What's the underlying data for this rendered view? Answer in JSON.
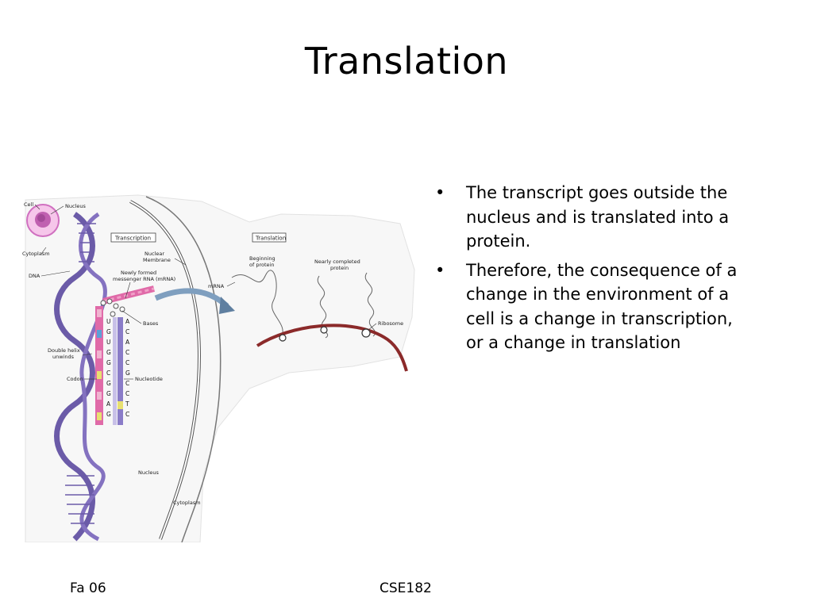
{
  "slide": {
    "title": "Translation",
    "bullets": [
      {
        "marker": "•",
        "text": "The transcript goes outside the nucleus and is translated into a protein."
      },
      {
        "marker": "•",
        "text": "Therefore, the consequence of a change in the environment of a cell is a change in transcription, or a change in translation"
      }
    ]
  },
  "figure": {
    "labels": {
      "cell": "Cell",
      "nucleus_top": "Nucleus",
      "cytoplasm_top": "Cytoplasm",
      "dna": "DNA",
      "transcription_box": "Transcription",
      "nuclear_membrane_1": "Nuclear",
      "nuclear_membrane_2": "Membrane",
      "newly_formed_1": "Newly formed",
      "newly_formed_2": "messenger RNA (mRNA)",
      "bases": "Bases",
      "double_helix_1": "Double helix",
      "double_helix_2": "unwinds",
      "codon": "Codon",
      "nucleotide": "Nucleotide",
      "nucleus_bottom": "Nucleus",
      "cytoplasm_bottom": "Cytoplasm",
      "translation_box": "Translation",
      "beginning_1": "Beginning",
      "beginning_2": "of protein",
      "nearly_completed_1": "Nearly completed",
      "nearly_completed_2": "protein",
      "mrna": "mRNA",
      "ribosome": "Ribosome"
    },
    "rna_letters": [
      "U",
      "G",
      "U",
      "G",
      "G",
      "C",
      "G",
      "G",
      "A",
      "G"
    ],
    "dna_letters": [
      "A",
      "C",
      "A",
      "C",
      "C",
      "G",
      "C",
      "C",
      "T",
      "C"
    ],
    "colors": {
      "dna_strand": "#6b5ba8",
      "rna_strand": "#e06aa8",
      "cell_outline": "#555555",
      "ribosome_mrna": "#8b2a2a",
      "arrow": "#7f9fbf"
    }
  },
  "footer": {
    "left": "Fa 06",
    "center": "CSE182"
  }
}
